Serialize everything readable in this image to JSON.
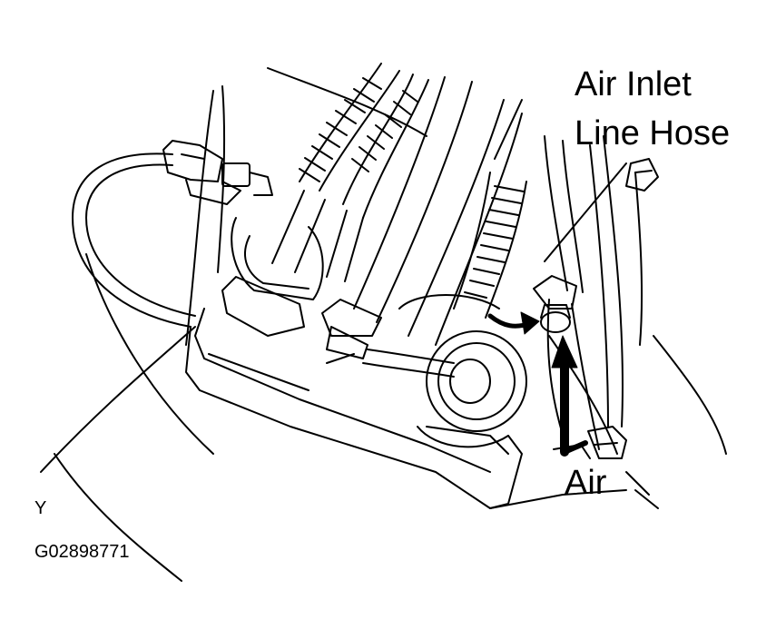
{
  "figure": {
    "callout_line1": "Air Inlet",
    "callout_line2": "Line Hose",
    "flow_label": "Air",
    "view_letter": "Y",
    "figure_code": "G02898771"
  },
  "colors": {
    "ink": "#000000",
    "paper": "#ffffff"
  },
  "icons": {
    "flow_arrow": "arrow-up-icon",
    "removal_arrow": "curved-arrow-icon"
  }
}
